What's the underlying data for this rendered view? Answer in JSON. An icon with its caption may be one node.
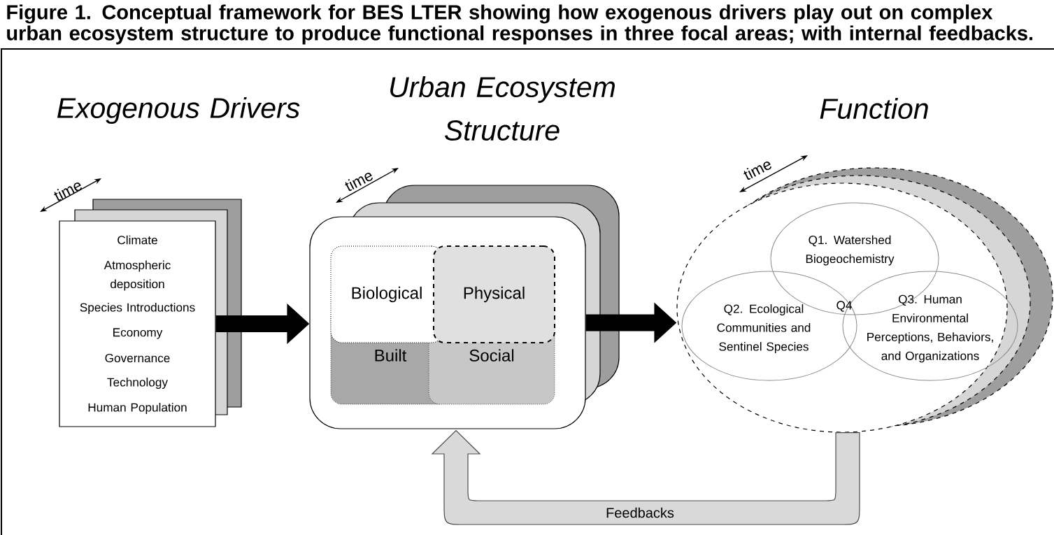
{
  "diagram": {
    "title": "Figure 1. Conceptual framework for BES LTER showing how exogenous drivers play out on complex urban ecosystem structure to produce functional responses in three focal areas; with internal feedbacks.",
    "nodes": [
      {
        "text": [
          "Exogenous Drivers",
          "Climate",
          "Atmospheric deposition",
          "Species Introductions",
          "Economy",
          "Governance",
          "Technology",
          "Human Population"
        ]
      },
      {
        "text": [
          "Urban Ecosystem Structure"
        ]
      },
      {
        "text": [
          "Biological"
        ],
        "in": 1
      },
      {
        "text": [
          "Physical"
        ],
        "in": 1
      },
      {
        "text": [
          "Built"
        ],
        "in": 1
      },
      {
        "text": [
          "Social"
        ],
        "in": 1
      },
      {
        "text": [
          "Function"
        ]
      },
      {
        "text": [
          "Q1. Watershed Biogeochemistry"
        ],
        "in": 6
      },
      {
        "text": [
          "Q2. Ecological Communities and Sentinel Species"
        ],
        "in": 6
      },
      {
        "text": [
          "Q3. Human Environmental Perceptions, Behaviors, and Organizations"
        ],
        "in": 6
      }
    ],
    "edges": [
      {
        "from": 0,
        "to": 1,
        "arrow": "to"
      },
      {
        "from": 1,
        "to": 6,
        "arrow": "to"
      },
      {
        "from": 6,
        "to": 1,
        "arrow": "to",
        "color": "#d9d9d9",
        "label": "Feedbacks"
      }
    ],
    "labels": [
      "time",
      "time",
      "time",
      "Q4"
    ]
  }
}
